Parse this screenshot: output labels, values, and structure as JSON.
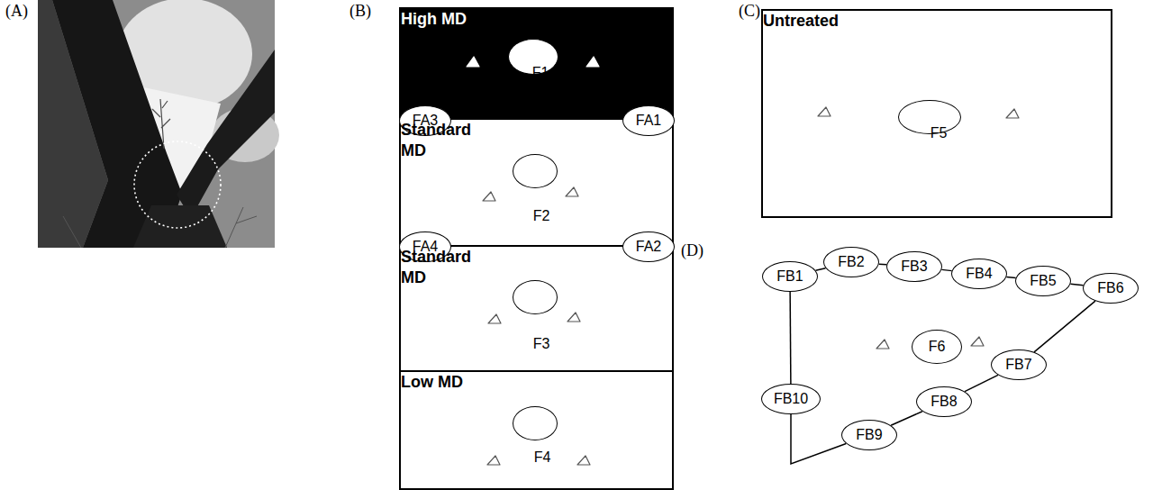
{
  "diagram": {
    "nodes": [
      {
        "text": [
          "High MD"
        ]
      },
      {
        "text": [
          "F1"
        ],
        "in": 0
      },
      {
        "text": [
          "Standard MD"
        ]
      },
      {
        "text": [
          "F2"
        ],
        "in": 2
      },
      {
        "text": [
          "Standard MD"
        ]
      },
      {
        "text": [
          "F3"
        ],
        "in": 4
      },
      {
        "text": [
          "Low MD"
        ]
      },
      {
        "text": [
          "F4"
        ],
        "in": 6
      },
      {
        "text": [
          "FA3"
        ]
      },
      {
        "text": [
          "FA1"
        ]
      },
      {
        "text": [
          "FA4"
        ]
      },
      {
        "text": [
          "FA2"
        ]
      },
      {
        "text": [
          "Untreated"
        ]
      },
      {
        "text": [
          "F5"
        ],
        "in": 12
      },
      {
        "text": [
          "F6"
        ]
      },
      {
        "text": [
          "FB1"
        ]
      },
      {
        "text": [
          "FB2"
        ]
      },
      {
        "text": [
          "FB3"
        ]
      },
      {
        "text": [
          "FB4"
        ]
      },
      {
        "text": [
          "FB5"
        ]
      },
      {
        "text": [
          "FB6"
        ]
      },
      {
        "text": [
          "FB7"
        ]
      },
      {
        "text": [
          "FB8"
        ]
      },
      {
        "text": [
          "FB9"
        ]
      },
      {
        "text": [
          "FB10"
        ]
      }
    ],
    "edges": [
      {
        "from": 15,
        "to": 16,
        "arrow": "none"
      },
      {
        "from": 16,
        "to": 17,
        "arrow": "none"
      },
      {
        "from": 17,
        "to": 18,
        "arrow": "none"
      },
      {
        "from": 18,
        "to": 19,
        "arrow": "none"
      },
      {
        "from": 19,
        "to": 20,
        "arrow": "none"
      },
      {
        "from": 20,
        "to": 21,
        "arrow": "none"
      },
      {
        "from": 21,
        "to": 22,
        "arrow": "none"
      },
      {
        "from": 22,
        "to": 23,
        "arrow": "none"
      },
      {
        "from": 23,
        "to": 24,
        "arrow": "none"
      },
      {
        "from": 24,
        "to": 15,
        "arrow": "none"
      }
    ],
    "labels": [
      "(A)",
      "(B)",
      "(C)",
      "(D)"
    ]
  }
}
